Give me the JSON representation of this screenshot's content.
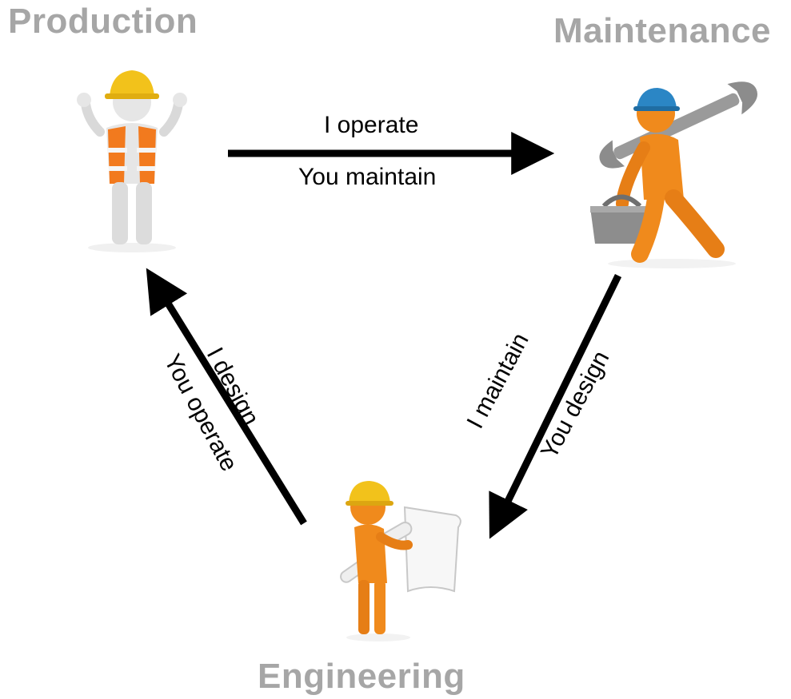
{
  "roles": {
    "production": "Production",
    "maintenance": "Maintenance",
    "engineering": "Engineering"
  },
  "edges": {
    "production_to_maintenance": {
      "line1": "I operate",
      "line2": "You maintain"
    },
    "maintenance_to_engineering": {
      "line1": "I maintain",
      "line2": "You design"
    },
    "engineering_to_production": {
      "line1": "I design",
      "line2": "You operate"
    }
  },
  "icons": {
    "production": "production-worker-icon",
    "maintenance": "maintenance-worker-icon",
    "engineering": "engineer-icon"
  },
  "colors": {
    "label_gray": "#a6a6a6",
    "arrow": "#000000",
    "hardhat_yellow": "#f2c21b",
    "vest_orange": "#f27a1e",
    "figure_orange": "#f08a1c",
    "helmet_blue": "#2b86c5",
    "figure_white": "#e6e6e6"
  }
}
